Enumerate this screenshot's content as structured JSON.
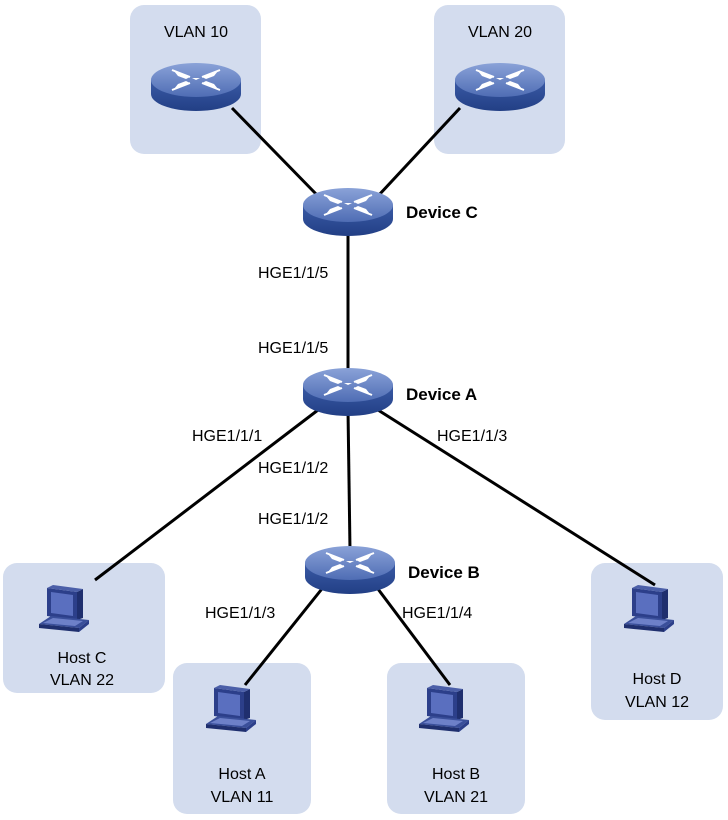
{
  "zones": {
    "vlan10": "VLAN 10",
    "vlan20": "VLAN 20"
  },
  "devices": {
    "c": "Device C",
    "a": "Device A",
    "b": "Device B"
  },
  "ports": {
    "c_down": "HGE1/1/5",
    "a_up": "HGE1/1/5",
    "a_to_hostc": "HGE1/1/1",
    "a_to_b": "HGE1/1/2",
    "a_to_hostd": "HGE1/1/3",
    "b_up": "HGE1/1/2",
    "b_to_hosta": "HGE1/1/3",
    "b_to_hostb": "HGE1/1/4"
  },
  "hosts": {
    "c": {
      "name": "Host C",
      "vlan": "VLAN 22"
    },
    "a": {
      "name": "Host A",
      "vlan": "VLAN 11"
    },
    "b": {
      "name": "Host B",
      "vlan": "VLAN 21"
    },
    "d": {
      "name": "Host D",
      "vlan": "VLAN 12"
    }
  },
  "colors": {
    "zone_fill": "#d3dcee",
    "switch_top": "#6a86c6",
    "switch_side": "#2f4f97",
    "link": "#000000",
    "pc_screen": "#5a6fbf",
    "pc_body": "#2c3f8a"
  }
}
